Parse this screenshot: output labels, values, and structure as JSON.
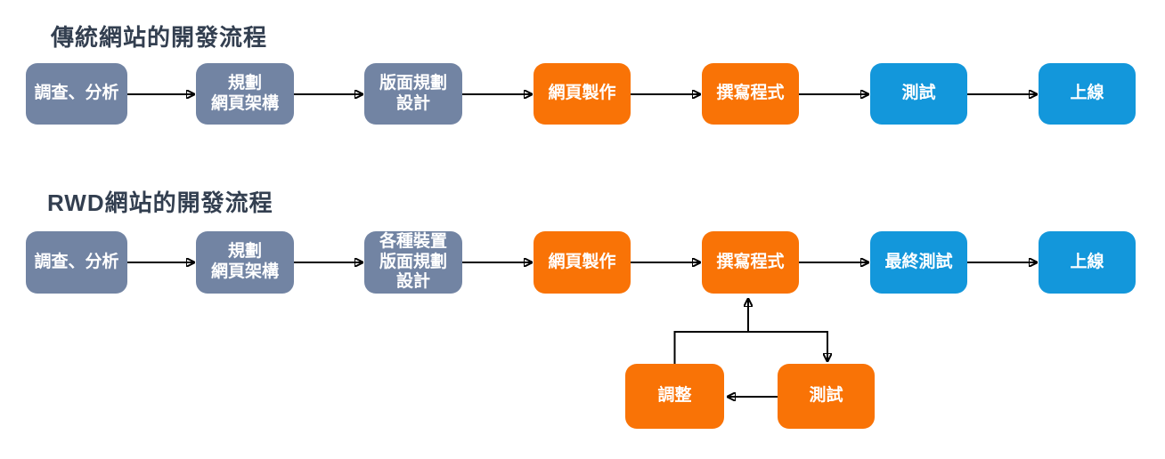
{
  "colors": {
    "slate": "#7284A3",
    "orange": "#F97306",
    "blue": "#1397DB",
    "title": "#333F50",
    "arrow": "#000000",
    "background": "#FFFFFF"
  },
  "flow_traditional": {
    "title": "傳統網站的開發流程",
    "steps": [
      {
        "label": "調查、分析",
        "color": "slate"
      },
      {
        "label": "規劃\n網頁架構",
        "color": "slate"
      },
      {
        "label": "版面規劃\n設計",
        "color": "slate"
      },
      {
        "label": "網頁製作",
        "color": "orange"
      },
      {
        "label": "撰寫程式",
        "color": "orange"
      },
      {
        "label": "測試",
        "color": "blue"
      },
      {
        "label": "上線",
        "color": "blue"
      }
    ]
  },
  "flow_rwd": {
    "title": "RWD網站的開發流程",
    "steps": [
      {
        "label": "調查、分析",
        "color": "slate"
      },
      {
        "label": "規劃\n網頁架構",
        "color": "slate"
      },
      {
        "label": "各種裝置\n版面規劃\n設計",
        "color": "slate"
      },
      {
        "label": "網頁製作",
        "color": "orange"
      },
      {
        "label": "撰寫程式",
        "color": "orange"
      },
      {
        "label": "最終測試",
        "color": "blue"
      },
      {
        "label": "上線",
        "color": "blue"
      }
    ],
    "loop": {
      "adjust": {
        "label": "調整",
        "color": "orange"
      },
      "test": {
        "label": "測試",
        "color": "orange"
      }
    }
  }
}
